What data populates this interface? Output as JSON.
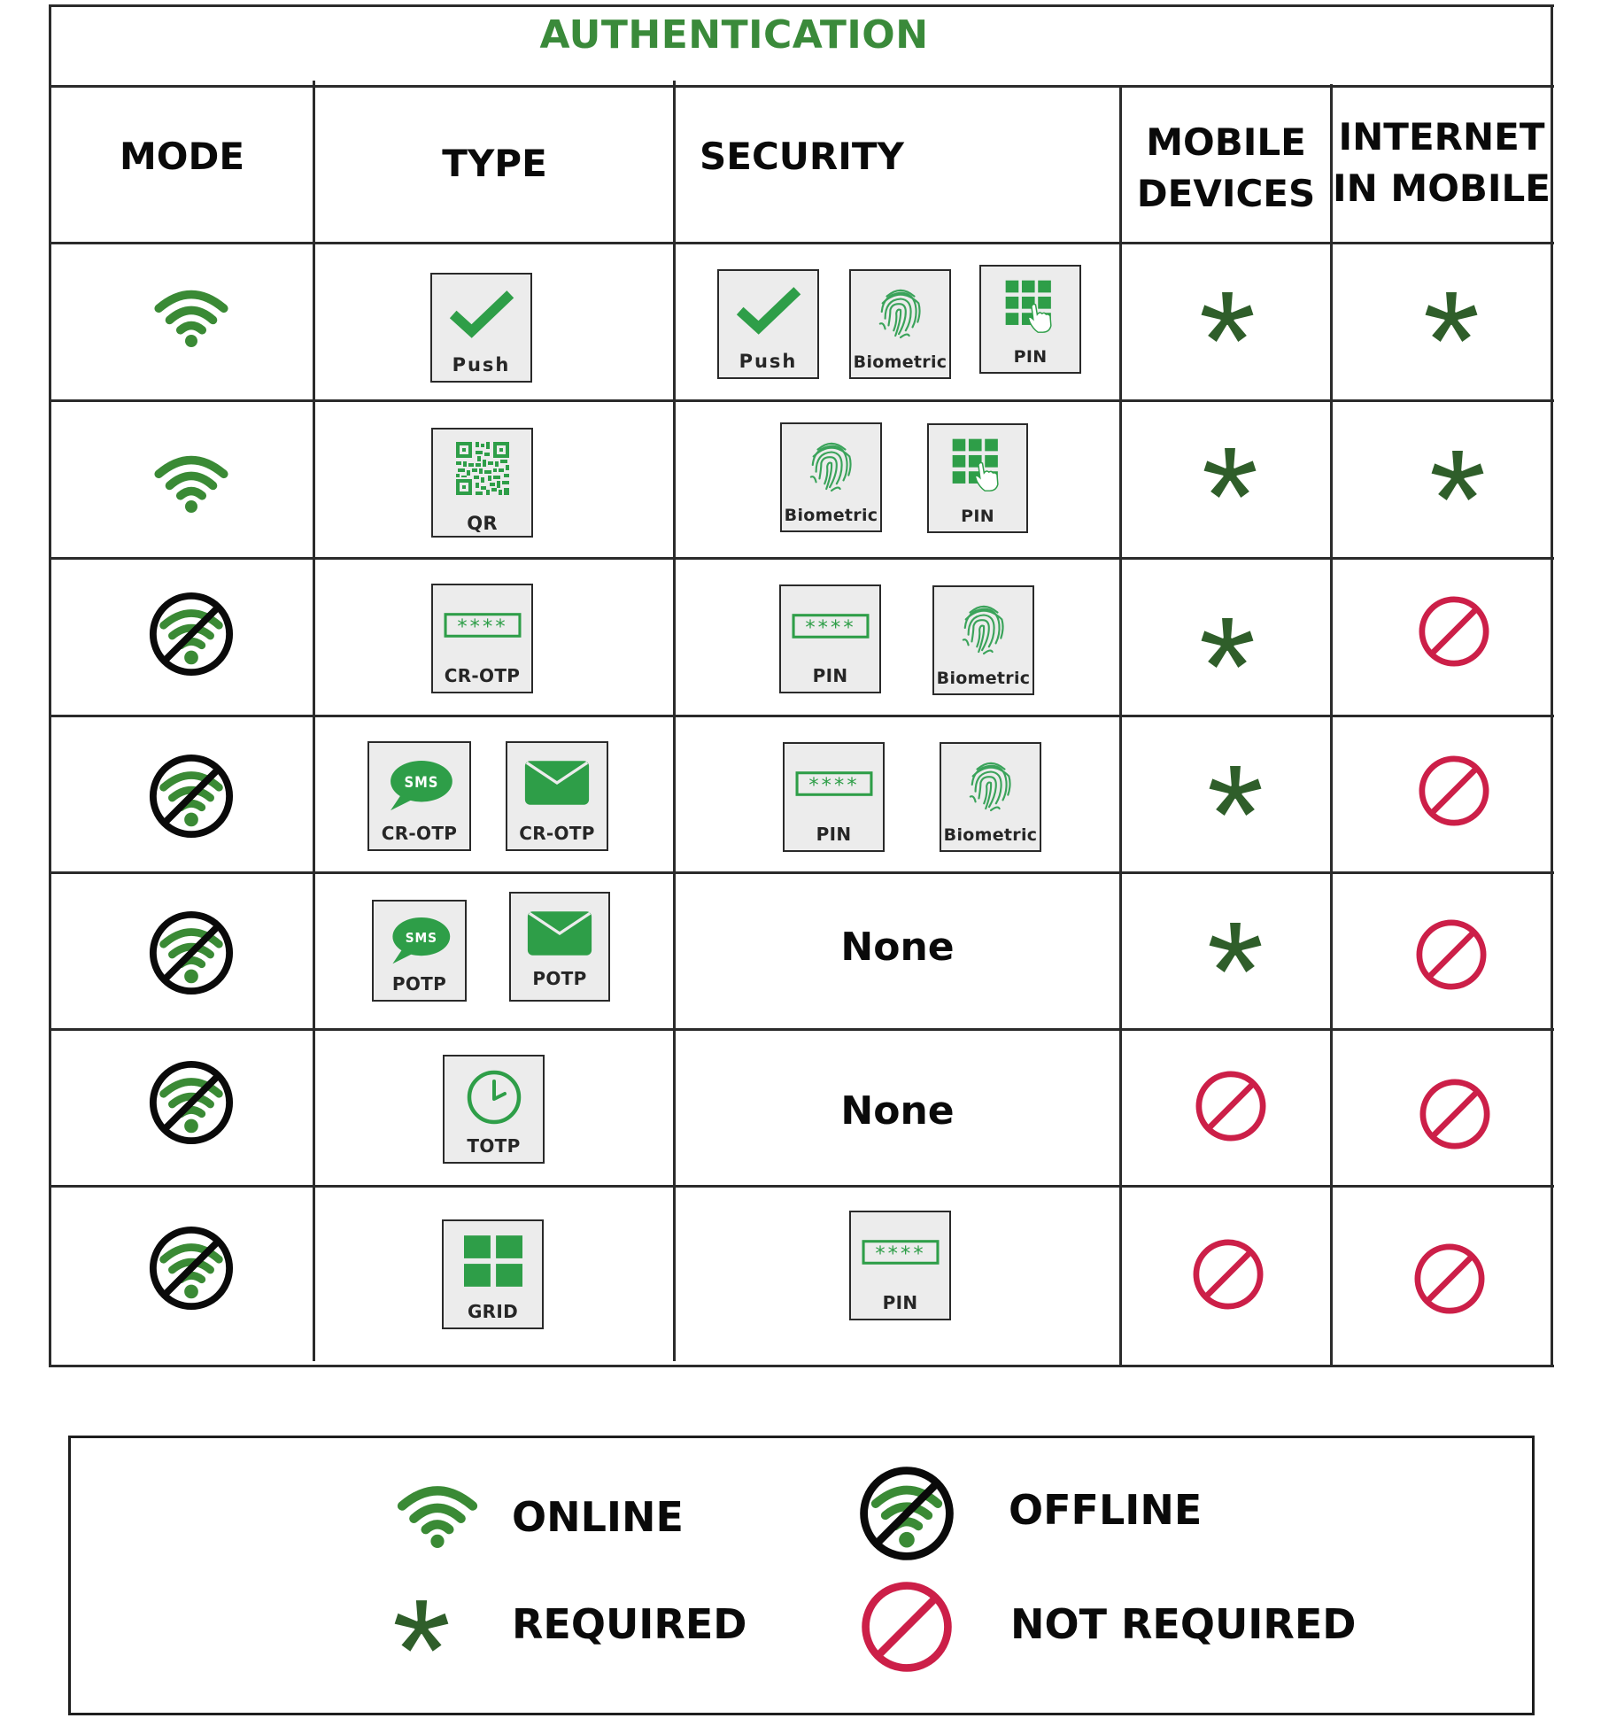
{
  "title": "AUTHENTICATION",
  "colors": {
    "title_green": "#3a8a3a",
    "icon_green": "#2e9e48",
    "wifi_green": "#3a8a35",
    "required_green": "#2f5e2a",
    "not_required_red": "#cc1f48",
    "tile_bg": "#ececec",
    "border": "#2b2b2b"
  },
  "headers": {
    "mode": "MODE",
    "type": "TYPE",
    "security": "SECURITY",
    "mobile_devices_1": "MOBILE",
    "mobile_devices_2": "DEVICES",
    "internet_in_mobile_1": "INTERNET",
    "internet_in_mobile_2": "IN MOBILE"
  },
  "rows": [
    {
      "mode": "online",
      "type": [
        {
          "icon": "check-icon",
          "label": "Push"
        }
      ],
      "security": [
        {
          "icon": "check-icon",
          "label": "Push"
        },
        {
          "icon": "fingerprint-icon",
          "label": "Biometric"
        },
        {
          "icon": "keypad-icon",
          "label": "PIN"
        }
      ],
      "mobile_devices": "required",
      "internet_in_mobile": "required"
    },
    {
      "mode": "online",
      "type": [
        {
          "icon": "qr-code-icon",
          "label": "QR"
        }
      ],
      "security": [
        {
          "icon": "fingerprint-icon",
          "label": "Biometric"
        },
        {
          "icon": "keypad-icon",
          "label": "PIN"
        }
      ],
      "mobile_devices": "required",
      "internet_in_mobile": "required"
    },
    {
      "mode": "offline",
      "type": [
        {
          "icon": "password-field-icon",
          "label": "CR-OTP"
        }
      ],
      "security": [
        {
          "icon": "password-field-icon",
          "label": "PIN"
        },
        {
          "icon": "fingerprint-icon",
          "label": "Biometric"
        }
      ],
      "mobile_devices": "required",
      "internet_in_mobile": "not_required"
    },
    {
      "mode": "offline",
      "type": [
        {
          "icon": "sms-icon",
          "label": "CR-OTP"
        },
        {
          "icon": "envelope-icon",
          "label": "CR-OTP"
        }
      ],
      "security": [
        {
          "icon": "password-field-icon",
          "label": "PIN"
        },
        {
          "icon": "fingerprint-icon",
          "label": "Biometric"
        }
      ],
      "mobile_devices": "required",
      "internet_in_mobile": "not_required"
    },
    {
      "mode": "offline",
      "type": [
        {
          "icon": "sms-icon",
          "label": "POTP"
        },
        {
          "icon": "envelope-icon",
          "label": "POTP"
        }
      ],
      "security": "None",
      "mobile_devices": "required",
      "internet_in_mobile": "not_required"
    },
    {
      "mode": "offline",
      "type": [
        {
          "icon": "clock-icon",
          "label": "TOTP"
        }
      ],
      "security": "None",
      "mobile_devices": "not_required",
      "internet_in_mobile": "not_required"
    },
    {
      "mode": "offline",
      "type": [
        {
          "icon": "grid-icon",
          "label": "GRID"
        }
      ],
      "security": [
        {
          "icon": "password-field-icon",
          "label": "PIN"
        }
      ],
      "mobile_devices": "not_required",
      "internet_in_mobile": "not_required"
    }
  ],
  "sms_text": "SMS",
  "pin_mask": "****",
  "legend": {
    "online": "ONLINE",
    "offline": "OFFLINE",
    "required": "REQUIRED",
    "not_required": "NOT REQUIRED"
  }
}
